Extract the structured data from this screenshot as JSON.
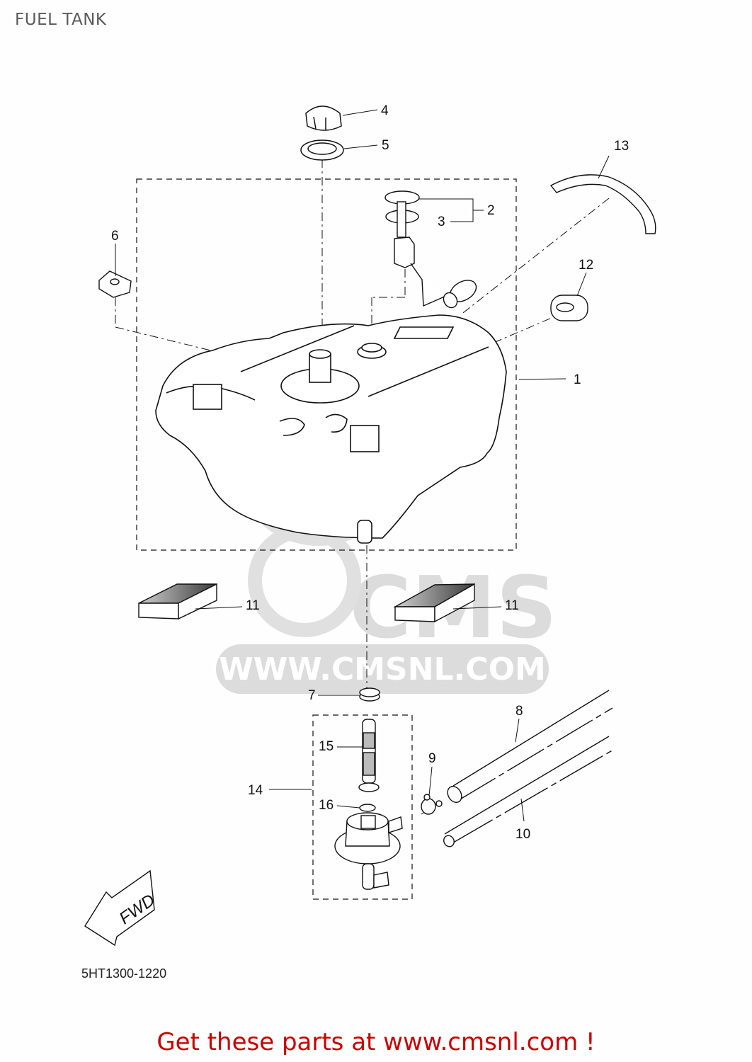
{
  "page": {
    "title": "FUEL TANK",
    "diagram_code": "5HT1300-1220",
    "footer_text": "Get these parts at www.cmsnl.com !"
  },
  "watermark": {
    "logo_text": "CMS",
    "url_text": "WWW.CMSNL.COM",
    "color": "#dcdcdc"
  },
  "direction_indicator": {
    "label": "FWD"
  },
  "colors": {
    "footer_red": "#cc0000",
    "title_gray": "#5a5a5a",
    "line": "#111111",
    "background": "#fdfefd"
  },
  "callouts": [
    {
      "number": "1",
      "part": "fuel-tank"
    },
    {
      "number": "2",
      "part": "fuel-sender-unit"
    },
    {
      "number": "3",
      "part": "sender-gasket"
    },
    {
      "number": "4",
      "part": "fuel-cap"
    },
    {
      "number": "5",
      "part": "cap-seal"
    },
    {
      "number": "6",
      "part": "clip-nut"
    },
    {
      "number": "7",
      "part": "hose-clamp"
    },
    {
      "number": "8",
      "part": "fuel-hose"
    },
    {
      "number": "9",
      "part": "hose-clip"
    },
    {
      "number": "10",
      "part": "vent-hose"
    },
    {
      "number": "11",
      "part": "damper-pad-left"
    },
    {
      "number": "11",
      "part": "damper-pad-right"
    },
    {
      "number": "12",
      "part": "grommet"
    },
    {
      "number": "13",
      "part": "tank-strap"
    },
    {
      "number": "14",
      "part": "fuel-cock-assembly"
    },
    {
      "number": "15",
      "part": "strainer"
    },
    {
      "number": "16",
      "part": "o-ring"
    }
  ]
}
